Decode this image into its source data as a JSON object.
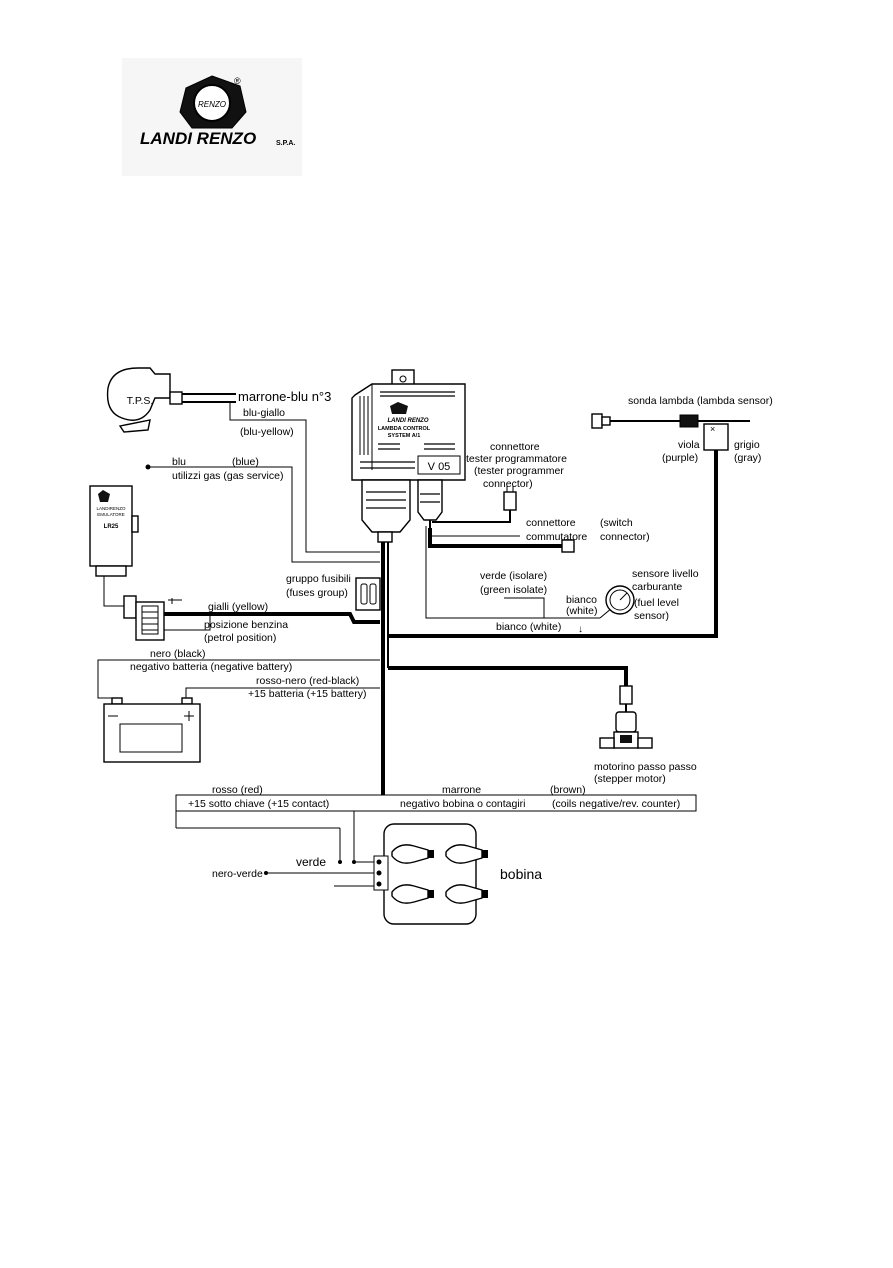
{
  "logo": {
    "brand": "LANDI RENZO",
    "suffix": "S.P.A.",
    "emblem_text": "RENZO",
    "registered": "®"
  },
  "components": {
    "tps": "T.P.S.",
    "ecu_brand": "LANDI RENZO",
    "ecu_model_line1": "LAMBDA CONTROL",
    "ecu_model_line2": "SYSTEM A/1",
    "ecu_version": "V 05",
    "emulator_brand": "LANDIRENZO",
    "emulator_sub": "EMULATORE",
    "emulator_model": "LR25"
  },
  "labels": {
    "marrone_blu": "marrone-blu n°3",
    "blu_giallo": "blu-giallo",
    "blu_yellow": "(blu-yellow)",
    "blu": "blu",
    "blue": "(blue)",
    "utilizzi_gas": "utilizzi gas (gas service)",
    "connettore_tester_1": "connettore",
    "connettore_tester_2": "tester programmatore",
    "connettore_tester_3": "(tester programmer",
    "connettore_tester_4": "connector)",
    "sonda_lambda": "sonda lambda (lambda sensor)",
    "viola": "viola",
    "purple": "(purple)",
    "grigio": "grigio",
    "gray": "(gray)",
    "connettore_comm_1": "connettore",
    "connettore_comm_2": "commutatore",
    "switch_1": "(switch",
    "switch_2": "connector)",
    "gruppo_fusibili_1": "gruppo fusibili",
    "gruppo_fusibili_2": "(fuses group)",
    "sensore_1": "sensore livello",
    "sensore_2": "carburante",
    "sensore_3": "(fuel level",
    "sensore_4": "sensor)",
    "verde_isolare": "verde (isolare)",
    "green_isolate": "(green isolate)",
    "bianco_1": "bianco",
    "white_1": "(white)",
    "bianco_white": "bianco (white)",
    "gialli": "gialli (yellow)",
    "posizione_1": "posizione benzina",
    "posizione_2": "(petrol position)",
    "nero_black": "nero (black)",
    "negativo_batteria": "negativo batteria (negative battery)",
    "rosso_nero": "rosso-nero (red-black)",
    "batteria_15": "+15 batteria (+15 battery)",
    "motorino_1": "motorino passo passo",
    "motorino_2": "(stepper motor)",
    "rosso_red": "rosso (red)",
    "sotto_chiave": "+15 sotto chiave (+15 contact)",
    "marrone": "marrone",
    "brown": "(brown)",
    "negativo_bobina": "negativo bobina o contagiri",
    "coils_negative": "(coils negative/rev. counter)",
    "nero_verde": "nero-verde",
    "verde": "verde",
    "bobina": "bobina"
  }
}
